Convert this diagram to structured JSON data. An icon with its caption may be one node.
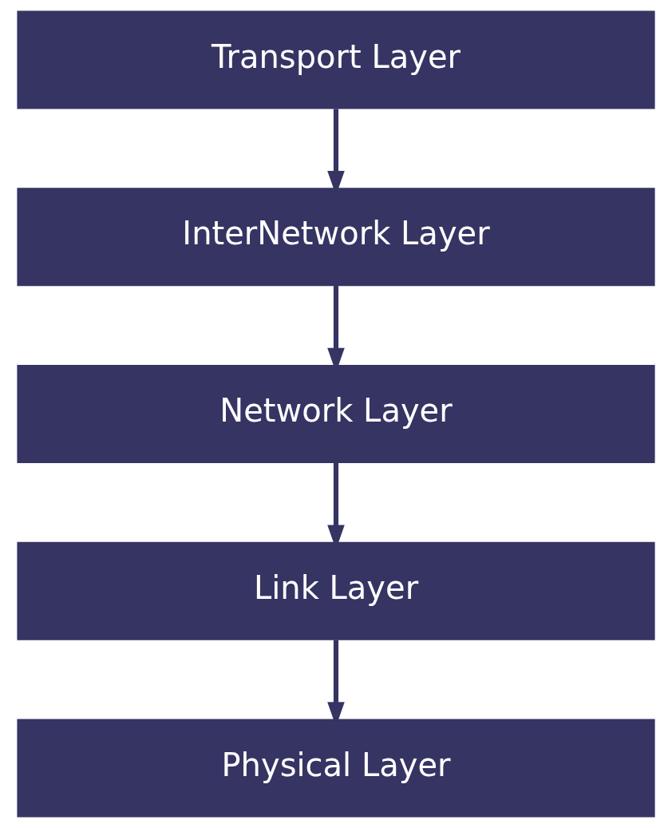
{
  "diagram": {
    "nodes": [
      {
        "text": [
          "Transport Layer"
        ]
      },
      {
        "text": [
          "InterNetwork Layer"
        ]
      },
      {
        "text": [
          "Network Layer"
        ]
      },
      {
        "text": [
          "Link Layer"
        ]
      },
      {
        "text": [
          "Physical Layer"
        ]
      }
    ],
    "edges": [
      {
        "from": 0,
        "to": 1,
        "arrow": "to"
      },
      {
        "from": 1,
        "to": 2,
        "arrow": "to"
      },
      {
        "from": 2,
        "to": 3,
        "arrow": "to"
      },
      {
        "from": 3,
        "to": 4,
        "arrow": "to"
      }
    ]
  }
}
